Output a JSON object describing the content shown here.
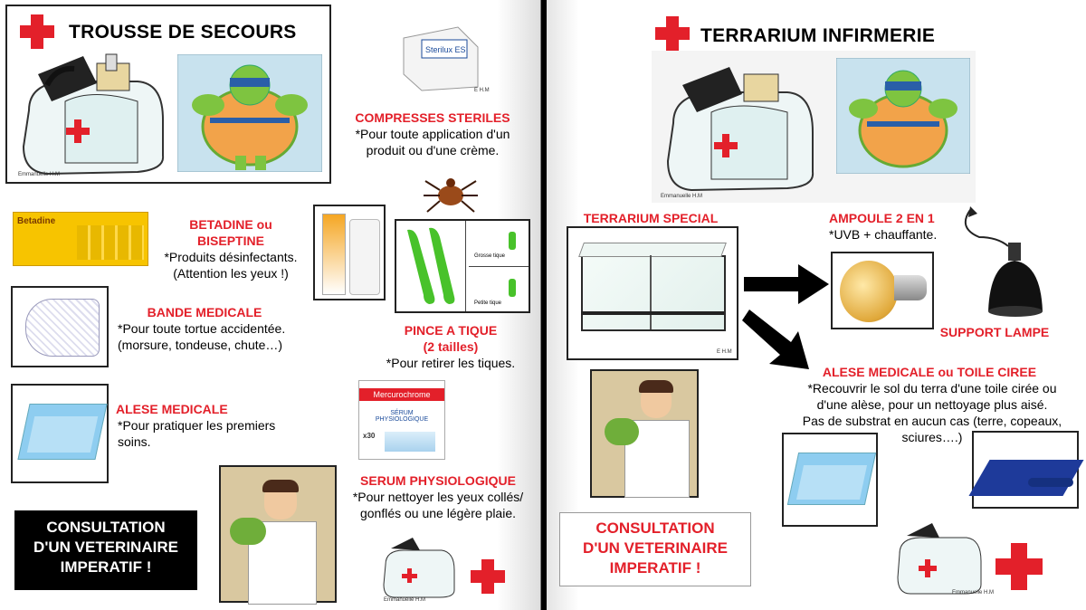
{
  "left": {
    "title": "TROUSSE DE SECOURS",
    "items": {
      "compresses": {
        "heading": "COMPRESSES STERILES",
        "desc_1": "*Pour toute application d'un",
        "desc_2": "produit ou d'une crème.",
        "pack_label": "Sterilux ES"
      },
      "betadine": {
        "heading_1": "BETADINE ou",
        "heading_2": "BISEPTINE",
        "desc_1": "*Produits désinfectants.",
        "desc_2": "(Attention les yeux !)",
        "box_label": "Betadine"
      },
      "bande": {
        "heading": "BANDE MEDICALE",
        "desc_1": "*Pour toute tortue accidentée.",
        "desc_2": "(morsure, tondeuse, chute…)"
      },
      "alese": {
        "heading": "ALESE MEDICALE",
        "desc_1": "*Pour pratiquer les premiers",
        "desc_2": "soins."
      },
      "pince": {
        "heading_1": "PINCE A TIQUE",
        "heading_2": "(2 tailles)",
        "desc": "*Pour retirer les tiques.",
        "label_big": "Grosse tique",
        "label_small": "Petite tique"
      },
      "serum": {
        "heading": "SERUM PHYSIOLOGIQUE",
        "desc_1": "*Pour nettoyer les yeux collés/",
        "desc_2": "gonflés ou une légère plaie.",
        "box_brand": "Mercurochrome",
        "box_text": "SÉRUM PHYSIOLOGIQUE",
        "box_count": "x30"
      }
    },
    "consult_1": "CONSULTATION",
    "consult_2": "D'UN VETERINAIRE",
    "consult_3": "IMPERATIF !",
    "credit": "Emmanuelle H.M",
    "credit_small": "E H.M"
  },
  "right": {
    "title": "TERRARIUM INFIRMERIE",
    "terrarium": {
      "heading": "TERRARIUM SPECIAL"
    },
    "ampoule": {
      "heading": "AMPOULE 2 EN 1",
      "desc": "*UVB + chauffante."
    },
    "support": {
      "heading": "SUPPORT LAMPE"
    },
    "alese": {
      "heading": "ALESE MEDICALE ou TOILE CIREE",
      "desc_1": "*Recouvrir le sol du terra d'une toile cirée ou",
      "desc_2": "d'une alèse, pour un nettoyage plus aisé.",
      "desc_3": "Pas de substrat en aucun cas (terre, copeaux,",
      "desc_4": "sciures….)"
    },
    "consult_1": "CONSULTATION",
    "consult_2": "D'UN VETERINAIRE",
    "consult_3": "IMPERATIF !",
    "credit": "Emmanuelle H.M",
    "credit_small": "E H.M"
  },
  "colors": {
    "accent_red": "#e3202a",
    "consult_bg": "#000000"
  }
}
